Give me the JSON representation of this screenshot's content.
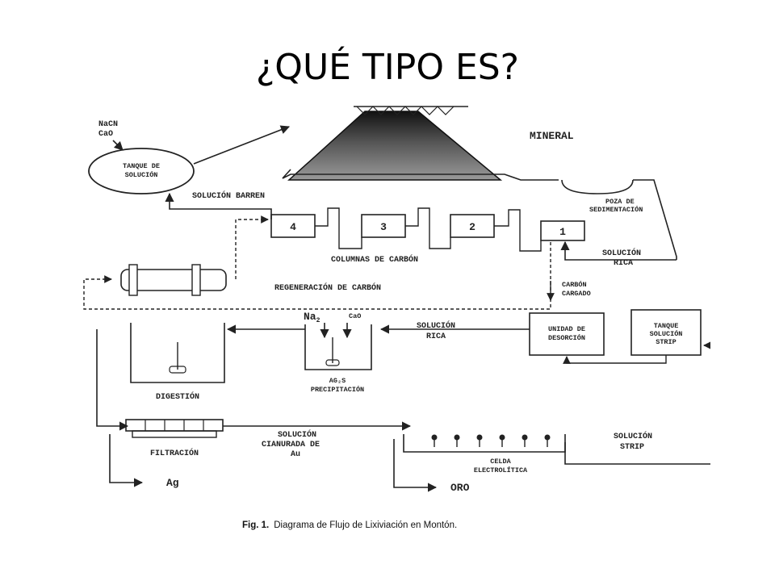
{
  "slide": {
    "title": "¿QUÉ TIPO ES?"
  },
  "diagram": {
    "inputs": {
      "nacn": "NaCN",
      "cao": "CaO"
    },
    "tanque_solucion": [
      "TANQUE DE",
      "SOLUCIÓN"
    ],
    "mineral": "MINERAL",
    "poza": [
      "POZA DE",
      "SEDIMENTACIÓN"
    ],
    "solucion_barren": "SOLUCIÓN BARREN",
    "columns": [
      "4",
      "3",
      "2",
      "1"
    ],
    "columnas_label": "COLUMNAS DE CARBÓN",
    "solucion_rica_1": [
      "SOLUCIÓN",
      "RICA"
    ],
    "regeneracion": "REGENERACIÓN DE CARBÓN",
    "carbon_cargado": [
      "CARBÓN",
      "CARGADO"
    ],
    "precip_reagents": {
      "na2": "Na",
      "na2_sub": "2",
      "cao": "CaO"
    },
    "solucion_rica_2": [
      "SOLUCIÓN",
      "RICA"
    ],
    "unidad_desorcion": [
      "UNIDAD DE",
      "DESORCIÓN"
    ],
    "tanque_strip": [
      "TANQUE",
      "SOLUCIÓN",
      "STRIP"
    ],
    "digestion": "DIGESTIÓN",
    "precipitacion": [
      "AG₂S",
      "PRECIPITACIÓN"
    ],
    "filtracion": "FILTRACIÓN",
    "solucion_cianurada": [
      "SOLUCIÓN",
      "CIANURADA DE",
      "Au"
    ],
    "celda": [
      "CELDA",
      "ELECTROLÍTICA"
    ],
    "solucion_strip": [
      "SOLUCIÓN",
      "STRIP"
    ],
    "ag": "Ag",
    "oro": "ORO",
    "caption_bold": "Fig. 1.",
    "caption": "Diagrama de Flujo de Lixiviación en Montón."
  }
}
